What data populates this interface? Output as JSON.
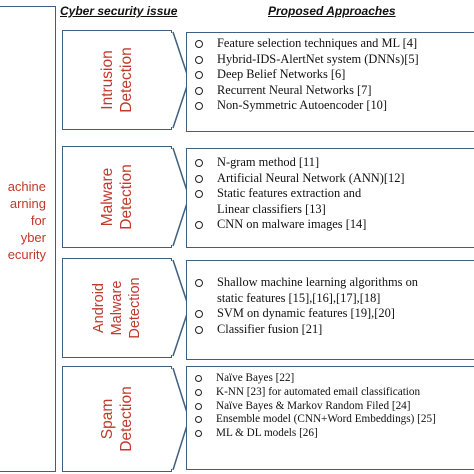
{
  "headers": {
    "issue": "Cyber security issue",
    "approaches": "Proposed Approaches"
  },
  "main_label_lines": [
    "achine",
    "arning",
    "for",
    "yber",
    "ecurity"
  ],
  "colors": {
    "label_red": "#c0392b",
    "border_blue": "#3f5f7f",
    "text": "#111111",
    "background": "#ffffff"
  },
  "sections": [
    {
      "title_lines": [
        "Intrusion",
        "Detection"
      ],
      "items": [
        [
          "Feature selection techniques and ML [4]"
        ],
        [
          "Hybrid-IDS-AlertNet system (DNNs)[5]"
        ],
        [
          "Deep Belief Networks [6]"
        ],
        [
          "Recurrent Neural Networks [7]"
        ],
        [
          "Non-Symmetric Autoencoder [10]"
        ]
      ]
    },
    {
      "title_lines": [
        "Malware",
        "Detection"
      ],
      "items": [
        [
          "N-gram method [11]"
        ],
        [
          "Artificial Neural Network (ANN)[12]"
        ],
        [
          "Static features extraction and",
          "Linear classifiers [13]"
        ],
        [
          "CNN on malware images [14]"
        ]
      ]
    },
    {
      "title_lines": [
        "Android",
        "Malware",
        "Detection"
      ],
      "items": [
        [
          "Shallow machine learning algorithms on",
          "static features [15],[16],[17],[18]"
        ],
        [
          "SVM on dynamic features [19],[20]"
        ],
        [
          "Classifier fusion [21]"
        ]
      ]
    },
    {
      "title_lines": [
        "Spam",
        "Detection"
      ],
      "items": [
        [
          "Naïve Bayes [22]"
        ],
        [
          "K-NN [23] for automated email classification"
        ],
        [
          "Naïve Bayes & Markov Random Filed [24]"
        ],
        [
          "Ensemble model (CNN+Word Embeddings) [25]"
        ],
        [
          "ML & DL models [26]"
        ]
      ]
    }
  ]
}
